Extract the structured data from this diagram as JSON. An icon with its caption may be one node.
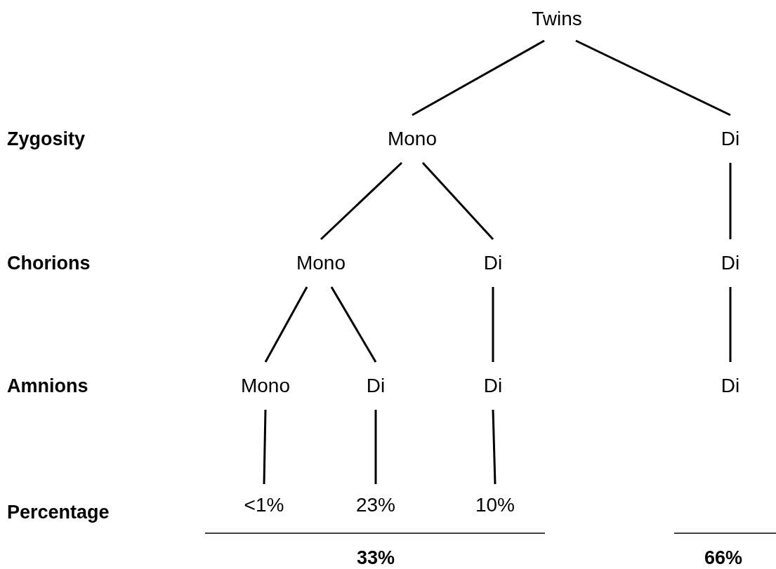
{
  "diagram": {
    "nodes": [
      {
        "text": [
          "Twins"
        ]
      },
      {
        "text": [
          "Mono"
        ]
      },
      {
        "text": [
          "Di"
        ]
      },
      {
        "text": [
          "Mono"
        ]
      },
      {
        "text": [
          "Di"
        ]
      },
      {
        "text": [
          "Di"
        ]
      },
      {
        "text": [
          "Mono"
        ]
      },
      {
        "text": [
          "Di"
        ]
      },
      {
        "text": [
          "Di"
        ]
      },
      {
        "text": [
          "Di"
        ]
      },
      {
        "text": [
          "<1%"
        ]
      },
      {
        "text": [
          "23%"
        ]
      },
      {
        "text": [
          "10%"
        ]
      }
    ],
    "edges": [
      {
        "from": 0,
        "to": 1,
        "arrow": "none"
      },
      {
        "from": 0,
        "to": 2,
        "arrow": "none"
      },
      {
        "from": 1,
        "to": 3,
        "arrow": "none"
      },
      {
        "from": 1,
        "to": 4,
        "arrow": "none"
      },
      {
        "from": 2,
        "to": 5,
        "arrow": "none"
      },
      {
        "from": 3,
        "to": 6,
        "arrow": "none"
      },
      {
        "from": 3,
        "to": 7,
        "arrow": "none"
      },
      {
        "from": 4,
        "to": 8,
        "arrow": "none"
      },
      {
        "from": 5,
        "to": 9,
        "arrow": "none"
      },
      {
        "from": 6,
        "to": 10,
        "arrow": "none"
      },
      {
        "from": 7,
        "to": 11,
        "arrow": "none"
      },
      {
        "from": 8,
        "to": 12,
        "arrow": "none"
      }
    ],
    "labels": [
      "Zygosity",
      "Chorions",
      "Amnions",
      "Percentage",
      "33%",
      "66%"
    ]
  }
}
